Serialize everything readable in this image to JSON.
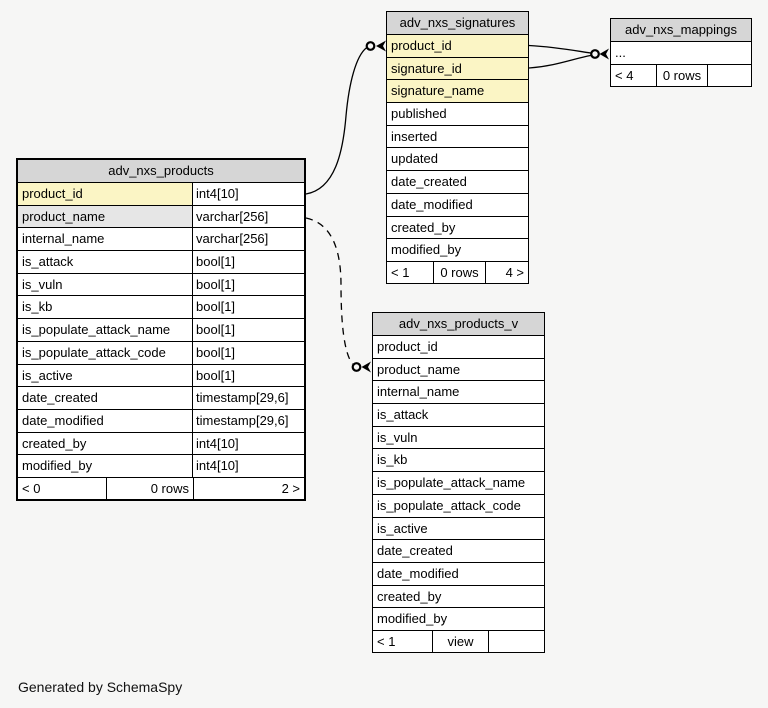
{
  "page": {
    "footer_note": "Generated by SchemaSpy"
  },
  "colors": {
    "page_bg": "#f6f6f5",
    "header_bg": "#d6d6d6",
    "primary_key_bg": "#fbf5c5",
    "indexed_bg": "#e6e6e6",
    "row_bg": "#ffffff",
    "border": "#000000"
  },
  "tables": [
    {
      "title": "adv_nxs_products",
      "columns": [
        {
          "name": "product_id",
          "type": "int4[10]",
          "style": "pk"
        },
        {
          "name": "product_name",
          "type": "varchar[256]",
          "style": "indexed"
        },
        {
          "name": "internal_name",
          "type": "varchar[256]",
          "style": "plain"
        },
        {
          "name": "is_attack",
          "type": "bool[1]",
          "style": "plain"
        },
        {
          "name": "is_vuln",
          "type": "bool[1]",
          "style": "plain"
        },
        {
          "name": "is_kb",
          "type": "bool[1]",
          "style": "plain"
        },
        {
          "name": "is_populate_attack_name",
          "type": "bool[1]",
          "style": "plain"
        },
        {
          "name": "is_populate_attack_code",
          "type": "bool[1]",
          "style": "plain"
        },
        {
          "name": "is_active",
          "type": "bool[1]",
          "style": "plain"
        },
        {
          "name": "date_created",
          "type": "timestamp[29,6]",
          "style": "plain"
        },
        {
          "name": "date_modified",
          "type": "timestamp[29,6]",
          "style": "plain"
        },
        {
          "name": "created_by",
          "type": "int4[10]",
          "style": "plain"
        },
        {
          "name": "modified_by",
          "type": "int4[10]",
          "style": "plain"
        }
      ],
      "footer": {
        "left": "< 0",
        "middle": "0 rows",
        "right": "2 >"
      }
    },
    {
      "title": "adv_nxs_signatures",
      "columns": [
        {
          "name": "product_id",
          "style": "pk"
        },
        {
          "name": "signature_id",
          "style": "pk"
        },
        {
          "name": "signature_name",
          "style": "pk"
        },
        {
          "name": "published",
          "style": "plain"
        },
        {
          "name": "inserted",
          "style": "plain"
        },
        {
          "name": "updated",
          "style": "plain"
        },
        {
          "name": "date_created",
          "style": "plain"
        },
        {
          "name": "date_modified",
          "style": "plain"
        },
        {
          "name": "created_by",
          "style": "plain"
        },
        {
          "name": "modified_by",
          "style": "plain"
        }
      ],
      "footer": {
        "left": "< 1",
        "middle": "0 rows",
        "right": "4 >"
      }
    },
    {
      "title": "adv_nxs_mappings",
      "columns": [
        {
          "name": "...",
          "style": "plain"
        }
      ],
      "footer": {
        "left": "< 4",
        "middle": "0 rows",
        "right": ""
      }
    },
    {
      "title": "adv_nxs_products_v",
      "columns": [
        {
          "name": "product_id",
          "style": "plain"
        },
        {
          "name": "product_name",
          "style": "plain"
        },
        {
          "name": "internal_name",
          "style": "plain"
        },
        {
          "name": "is_attack",
          "style": "plain"
        },
        {
          "name": "is_vuln",
          "style": "plain"
        },
        {
          "name": "is_kb",
          "style": "plain"
        },
        {
          "name": "is_populate_attack_name",
          "style": "plain"
        },
        {
          "name": "is_populate_attack_code",
          "style": "plain"
        },
        {
          "name": "is_active",
          "style": "plain"
        },
        {
          "name": "date_created",
          "style": "plain"
        },
        {
          "name": "date_modified",
          "style": "plain"
        },
        {
          "name": "created_by",
          "style": "plain"
        },
        {
          "name": "modified_by",
          "style": "plain"
        }
      ],
      "footer": {
        "left": "< 1",
        "middle": "view",
        "right": ""
      }
    }
  ],
  "relations": [
    {
      "from": "adv_nxs_products.product_id",
      "to": "adv_nxs_signatures.product_id",
      "line": "solid",
      "marker": "circle-crowsfoot"
    },
    {
      "from": "adv_nxs_signatures.product_id",
      "to": "adv_nxs_mappings",
      "line": "solid",
      "marker": "circle-crowsfoot"
    },
    {
      "from": "adv_nxs_signatures.signature_id",
      "to": "adv_nxs_mappings",
      "line": "solid",
      "marker": "circle-crowsfoot"
    },
    {
      "from": "adv_nxs_products.product_name",
      "to": "adv_nxs_products_v.product_name",
      "line": "dashed",
      "marker": "circle-crowsfoot"
    }
  ]
}
